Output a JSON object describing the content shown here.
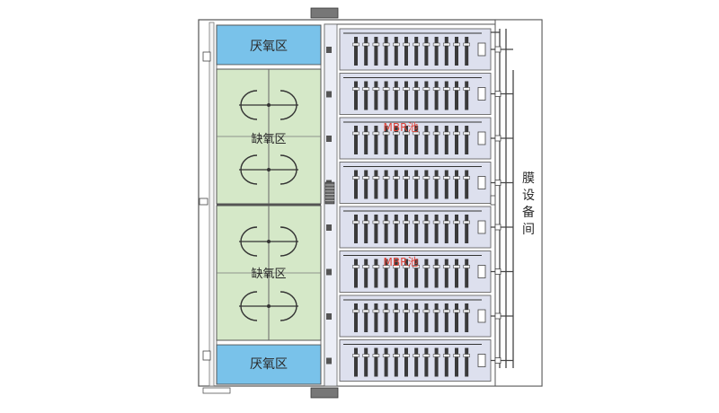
{
  "labels": {
    "anaerobic_top": "厌氧区",
    "anoxic_upper": "缺氧区",
    "mbr_upper": "MBR池",
    "anoxic_lower": "缺氧区",
    "mbr_lower": "MBR池",
    "anaerobic_bottom": "厌氧区",
    "membrane_room": [
      "膜",
      "设",
      "备",
      "间"
    ]
  },
  "colors": {
    "anaerobic": "#79c2ea",
    "anoxic": "#d5e8c8",
    "mbr_tank": "#dde0ee",
    "outline": "#4d4d4d",
    "membrane": "#3a3a3a",
    "label_dark": "#2a2a2a",
    "label_red": "#e0453a"
  },
  "structure": {
    "membrane_modules_per_rack": 12,
    "racks_per_mbr_tank": 4,
    "mbr_tanks": 2
  }
}
